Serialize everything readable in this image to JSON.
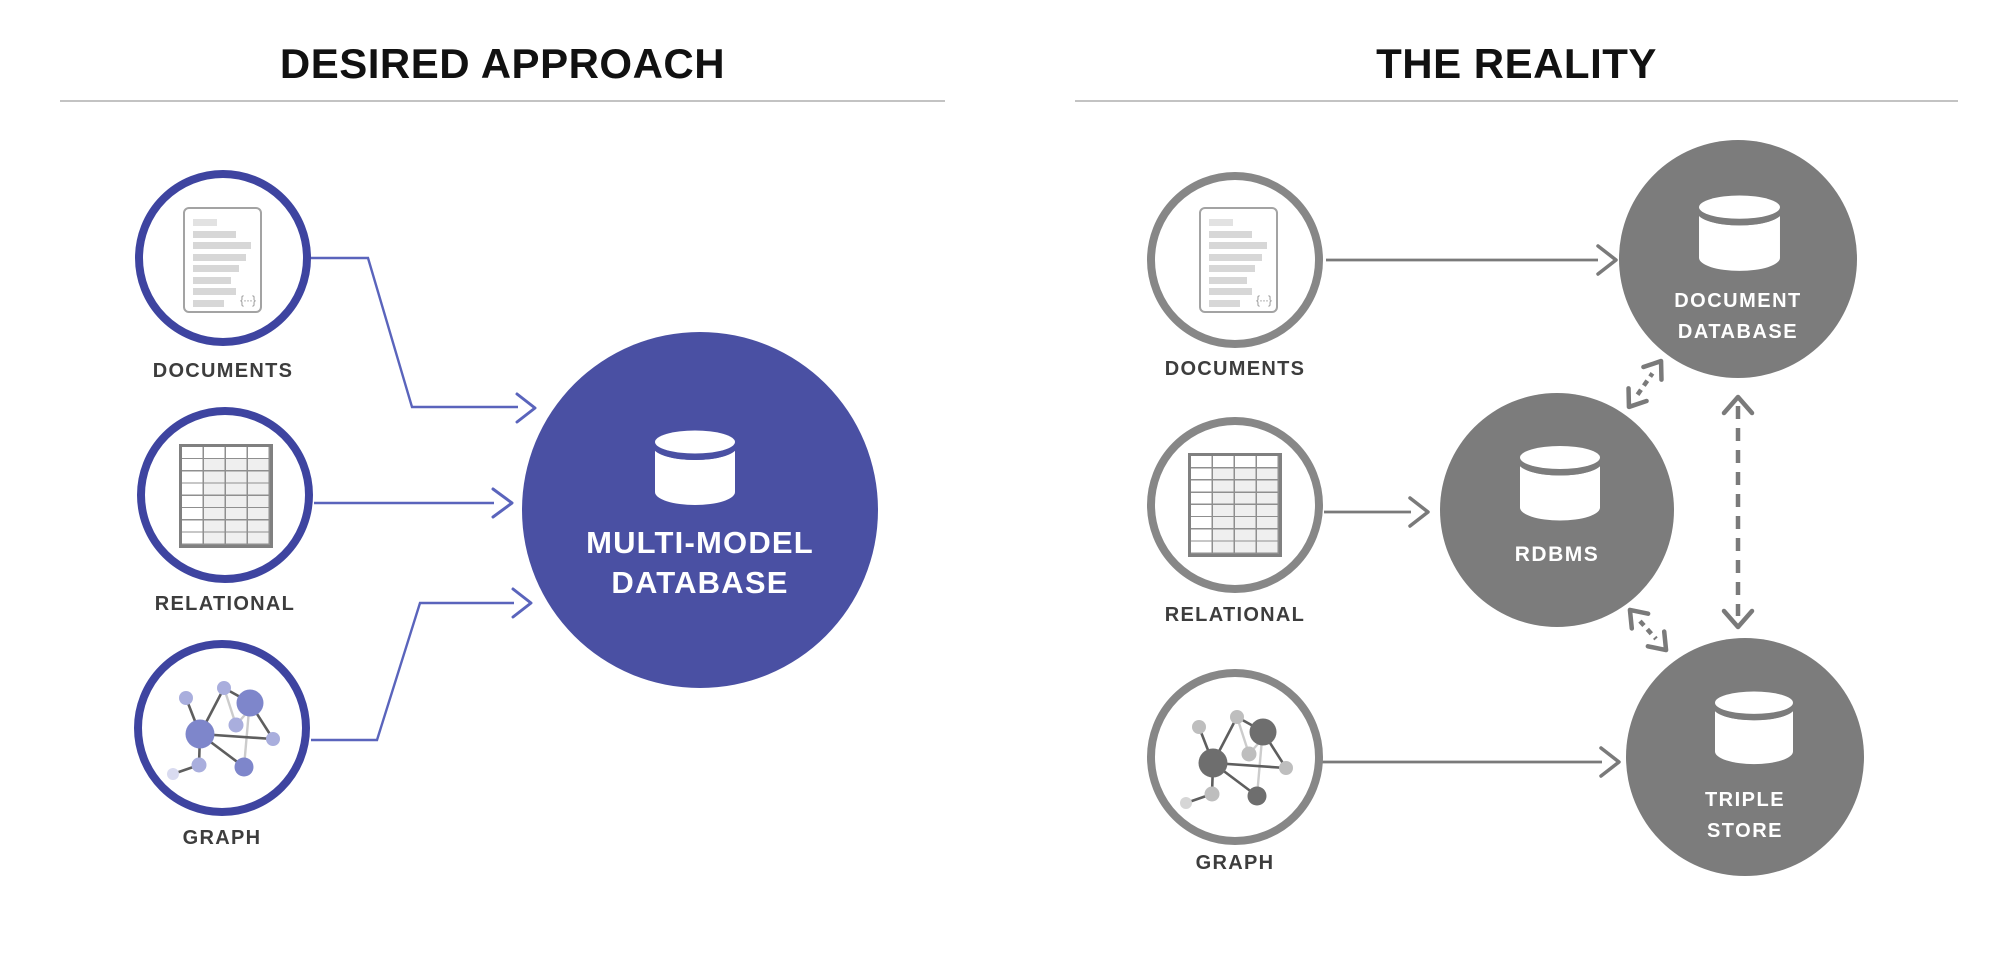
{
  "left_panel": {
    "title": "DESIRED APPROACH",
    "sources": [
      {
        "label": "DOCUMENTS",
        "icon": "document-icon"
      },
      {
        "label": "RELATIONAL",
        "icon": "table-icon"
      },
      {
        "label": "GRAPH",
        "icon": "graph-icon"
      }
    ],
    "database": {
      "line1": "MULTI-MODEL",
      "line2": "DATABASE",
      "icon": "database-cylinder-icon"
    }
  },
  "right_panel": {
    "title": "THE REALITY",
    "sources": [
      {
        "label": "DOCUMENTS",
        "icon": "document-icon"
      },
      {
        "label": "RELATIONAL",
        "icon": "table-icon"
      },
      {
        "label": "GRAPH",
        "icon": "graph-icon"
      }
    ],
    "databases": [
      {
        "line1": "DOCUMENT",
        "line2": "DATABASE",
        "icon": "database-cylinder-icon"
      },
      {
        "line1": "RDBMS",
        "line2": "",
        "icon": "database-cylinder-icon"
      },
      {
        "line1": "TRIPLE",
        "line2": "STORE",
        "icon": "database-cylinder-icon"
      }
    ]
  },
  "icons": {
    "json_glyph": "{···}"
  },
  "colors": {
    "accent_fill": "#4a50a3",
    "accent_ring": "#3e44a0",
    "accent_connector": "#5a64bc",
    "gray_fill": "#7c7c7c",
    "gray_ring": "#878787",
    "gray_connector": "#7a7a7a",
    "label_text": "#3d3d3d",
    "title_text": "#111111",
    "divider": "#c3c3c3"
  }
}
